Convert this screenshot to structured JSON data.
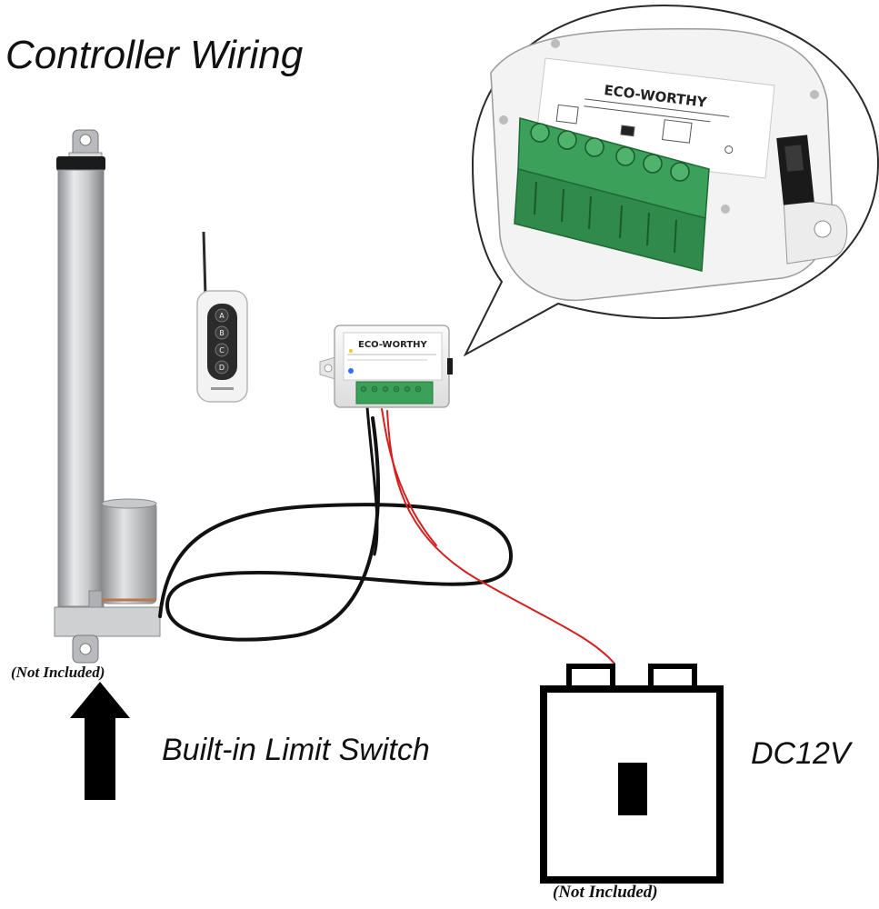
{
  "title": "Controller Wiring",
  "actuator": {
    "note": "(Not Included)"
  },
  "limit_switch_label": "Built-in Limit Switch",
  "battery": {
    "voltage": "DC12V",
    "note": "(Not Included)"
  },
  "controller": {
    "brand": "ECO-WORTHY"
  },
  "remote": {
    "buttons": [
      "A",
      "B",
      "C",
      "D"
    ]
  },
  "colors": {
    "terminal_green": "#3aa05a",
    "wire_red": "#d42020",
    "wire_black": "#111111"
  }
}
